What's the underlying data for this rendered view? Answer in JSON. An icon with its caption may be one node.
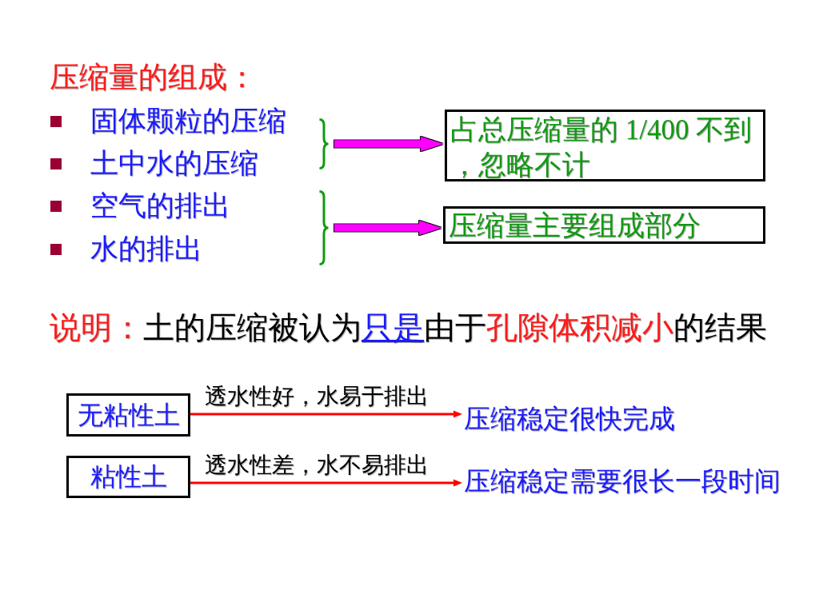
{
  "diagram": {
    "title": "压缩量的组成：",
    "nodes": [
      {
        "text": [],
        "shape": "brace"
      },
      {
        "text": [
          "占总压缩量的 1/400 不到，忽略不计"
        ]
      },
      {
        "text": [],
        "shape": "brace"
      },
      {
        "text": [
          "压缩量主要组成部分"
        ]
      },
      {
        "text": [
          "无粘性土"
        ]
      },
      {
        "text": [
          "压缩稳定很快完成"
        ]
      },
      {
        "text": [
          "粘性土"
        ]
      },
      {
        "text": [
          "压缩稳定需要很长一段时间"
        ]
      }
    ],
    "edges": [
      {
        "from": 0,
        "to": 1,
        "arrow": "to",
        "style": "thick",
        "color": "#ff00ff"
      },
      {
        "from": 2,
        "to": 3,
        "arrow": "to",
        "style": "thick",
        "color": "#ff00ff"
      },
      {
        "from": 4,
        "to": 5,
        "arrow": "to",
        "label": "透水性好，水易于排出",
        "color": "#ff0000"
      },
      {
        "from": 6,
        "to": 7,
        "arrow": "to",
        "label": "透水性差，水不易排出",
        "color": "#ff0000"
      }
    ],
    "labels": [
      "固体颗粒的压缩",
      "土中水的压缩",
      "空气的排出",
      "水的排出",
      "说明：",
      "土的压缩被认为**只是**由于**孔隙体积减小**的结果"
    ]
  }
}
